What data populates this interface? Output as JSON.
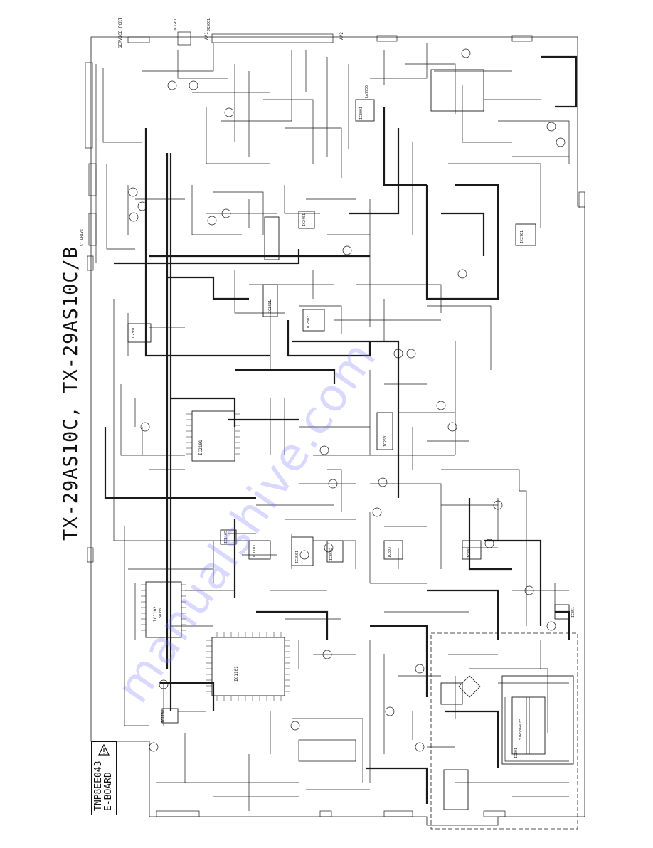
{
  "title": "TX-29AS10C, TX-29AS10C/B",
  "board": {
    "code": "TNP8EE043",
    "name": "E-BOARD"
  },
  "watermark": "manualshive.com",
  "connectors": {
    "av1": "AV1",
    "av2": "AV2",
    "jk3001": "JK3001",
    "jk3201": "JK3201",
    "service_port": "SERVICE PORT",
    "cy_drive": "CY DRIVE"
  },
  "ic_labels": {
    "ic1101": "IC1101",
    "ic1102": "IC1102",
    "ic1103": "IC1103",
    "ic1104": "IC1104",
    "ic1105": "IC1105",
    "ic2101": "IC2101",
    "ic2301": "IC2301",
    "ic2302": "IC2302",
    "ic2401": "IC2401",
    "ic2601": "IC2601",
    "ic2701": "IC2701",
    "ic3001": "IC3001",
    "ic3501": "IC3501",
    "ic801": "IC801",
    "ic802": "IC802",
    "ic803": "IC803",
    "ic851": "IC851",
    "ic3401": "IC3401",
    "ic3502": "IC3502",
    "ic1102_name": "24C08",
    "ic3001_part": "LA7956",
    "ic801_part": "STR6864LF5"
  },
  "colors": {
    "ink": "#1a1a1a",
    "watermark": "#7878ff"
  }
}
